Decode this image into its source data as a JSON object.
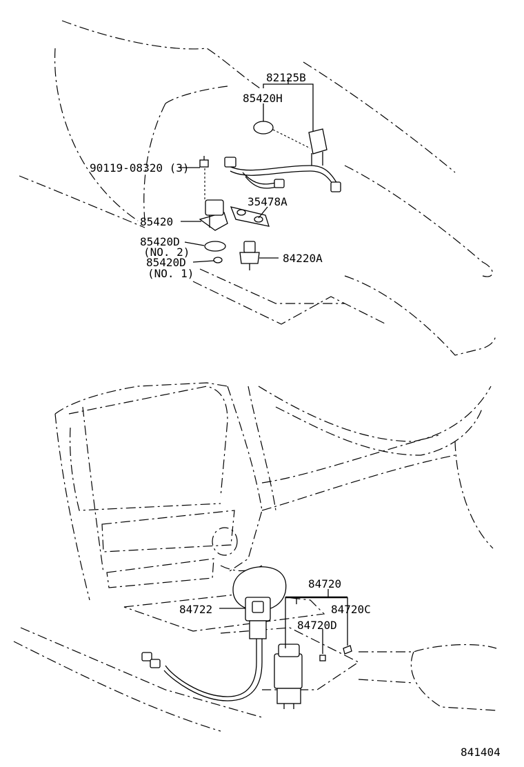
{
  "diagram_number": "841404",
  "upper_assembly": {
    "labels": {
      "p82125B": "82125B",
      "p85420H": "85420H",
      "p90119": "90119-08320 (3)",
      "p35478A": "35478A",
      "p85420": "85420",
      "p85420D_no2": "85420D",
      "p85420D_no2_note": "(NO. 2)",
      "p84220A": "84220A",
      "p85420D_no1": "85420D",
      "p85420D_no1_note": "(NO. 1)"
    }
  },
  "lower_assembly": {
    "labels": {
      "p84720": "84720",
      "p84722": "84722",
      "p84720C": "84720C",
      "p84720D": "84720D"
    }
  }
}
